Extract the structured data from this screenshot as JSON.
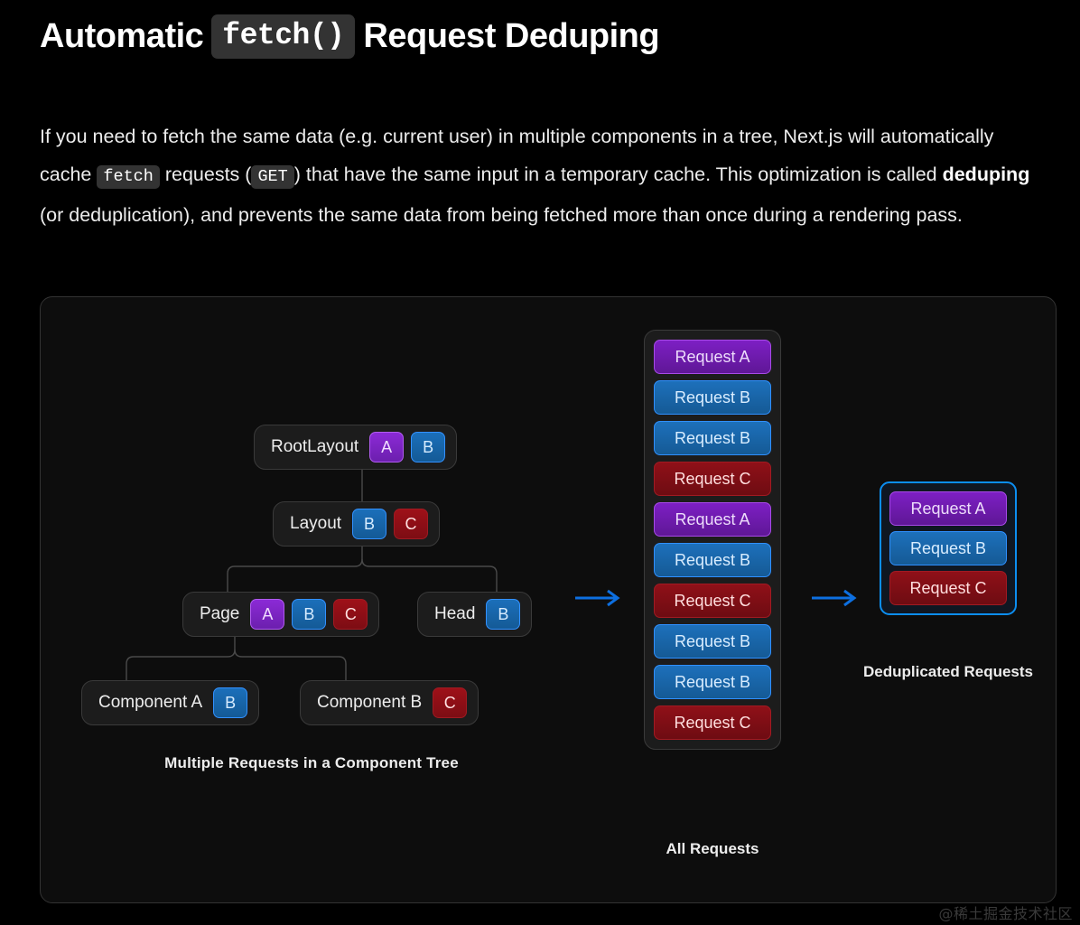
{
  "heading": {
    "before": "Automatic",
    "code": "fetch()",
    "after": "Request Deduping"
  },
  "paragraph": {
    "part1": "If you need to fetch the same data (e.g. current user) in multiple components in a tree, Next.js will automatically cache ",
    "code1": "fetch",
    "part2": " requests (",
    "code2": "GET",
    "part3": ") that have the same input in a temporary cache. This optimization is called ",
    "bold": "deduping",
    "part4": " (or deduplication), and prevents the same data from being fetched more than once during a rendering pass."
  },
  "diagram": {
    "tree": {
      "caption": "Multiple Requests in a Component Tree",
      "nodes": [
        {
          "label": "RootLayout",
          "badges": [
            "A",
            "B"
          ]
        },
        {
          "label": "Layout",
          "badges": [
            "B",
            "C"
          ]
        },
        {
          "label": "Page",
          "badges": [
            "A",
            "B",
            "C"
          ]
        },
        {
          "label": "Head",
          "badges": [
            "B"
          ]
        },
        {
          "label": "Component A",
          "badges": [
            "B"
          ]
        },
        {
          "label": "Component B",
          "badges": [
            "C"
          ]
        }
      ]
    },
    "all_requests": {
      "caption": "All Requests",
      "items": [
        {
          "label": "Request A",
          "kind": "A"
        },
        {
          "label": "Request B",
          "kind": "B"
        },
        {
          "label": "Request B",
          "kind": "B"
        },
        {
          "label": "Request C",
          "kind": "C"
        },
        {
          "label": "Request A",
          "kind": "A"
        },
        {
          "label": "Request B",
          "kind": "B"
        },
        {
          "label": "Request C",
          "kind": "C"
        },
        {
          "label": "Request B",
          "kind": "B"
        },
        {
          "label": "Request B",
          "kind": "B"
        },
        {
          "label": "Request C",
          "kind": "C"
        }
      ]
    },
    "deduplicated_requests": {
      "caption": "Deduplicated Requests",
      "items": [
        {
          "label": "Request A",
          "kind": "A"
        },
        {
          "label": "Request B",
          "kind": "B"
        },
        {
          "label": "Request C",
          "kind": "C"
        }
      ]
    },
    "arrows": [
      "arrow-right-icon",
      "arrow-right-icon"
    ]
  },
  "watermark": "@稀土掘金技术社区",
  "colors": {
    "background": "#000000",
    "panel": "#1c1c1c",
    "border": "#333333",
    "accent_blue": "#0070f3",
    "badge_a_purple": "#7928ca",
    "badge_b_blue": "#1d70bb",
    "badge_c_red": "#8f1018",
    "dedup_outline": "#0c8ef0"
  }
}
